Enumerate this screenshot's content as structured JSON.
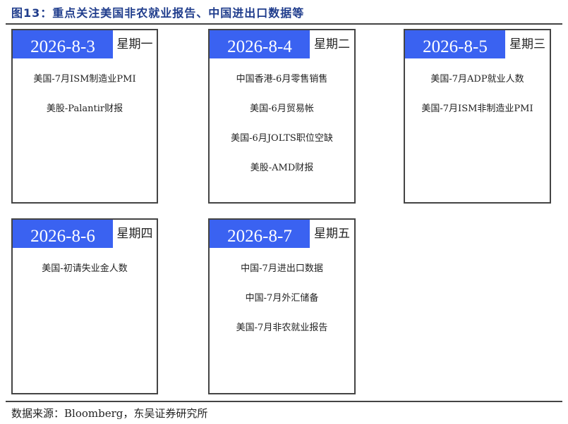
{
  "figure_title": "图13：重点关注美国非农就业报告、中国进出口数据等",
  "cards": [
    {
      "date": "2026-8-3",
      "weekday": "星期一",
      "events": [
        "美国-7月ISM制造业PMI",
        "美股-Palantir财报"
      ]
    },
    {
      "date": "2026-8-4",
      "weekday": "星期二",
      "events": [
        "中国香港-6月零售销售",
        "美国-6月贸易帐",
        "美国-6月JOLTS职位空缺",
        "美股-AMD财报"
      ]
    },
    {
      "date": "2026-8-5",
      "weekday": "星期三",
      "events": [
        "美国-7月ADP就业人数",
        "美国-7月ISM非制造业PMI"
      ]
    },
    {
      "date": "2026-8-6",
      "weekday": "星期四",
      "events": [
        "美国-初请失业金人数"
      ]
    },
    {
      "date": "2026-8-7",
      "weekday": "星期五",
      "events": [
        "中国-7月进出口数据",
        "中国-7月外汇储备",
        "美国-7月非农就业报告"
      ]
    }
  ],
  "source": "数据来源：Bloomberg，东吴证券研究所",
  "colors": {
    "date_box": "#3a62f1",
    "title": "#1f3c8c",
    "border": "#444444"
  }
}
